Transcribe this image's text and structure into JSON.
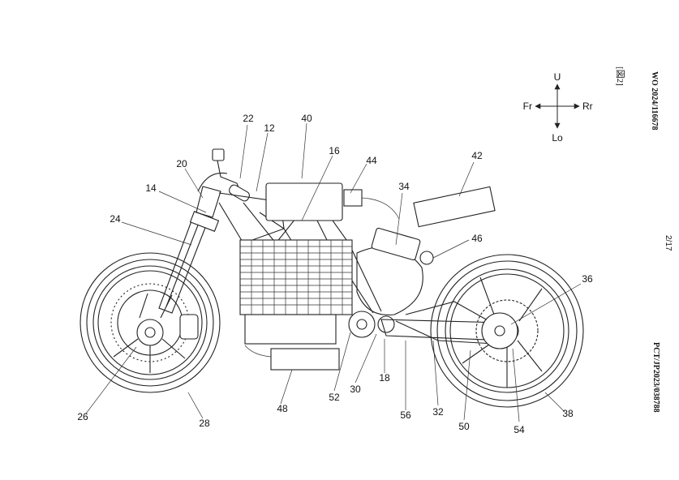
{
  "header": {
    "publication_number": "WO 2024/116678",
    "figure_label": "[図2]",
    "page_number": "2/17",
    "application_number": "PCT/JP2023/038788"
  },
  "direction_indicator": {
    "up": "U",
    "down": "Lo",
    "front": "Fr",
    "rear": "Rr"
  },
  "reference_numerals": [
    "12",
    "14",
    "16",
    "18",
    "20",
    "22",
    "24",
    "26",
    "28",
    "30",
    "32",
    "34",
    "36",
    "38",
    "40",
    "42",
    "44",
    "46",
    "48",
    "50",
    "52",
    "54",
    "56"
  ]
}
